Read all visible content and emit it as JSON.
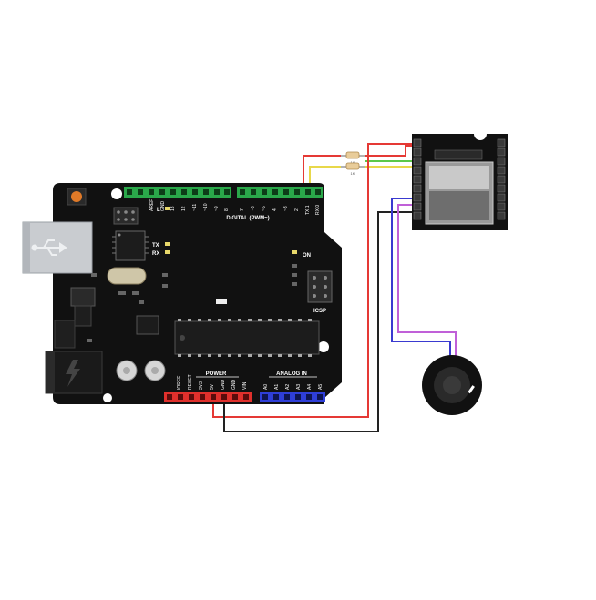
{
  "arduino": {
    "label_aref": "AREF",
    "label_gnd": "GND",
    "label_digital": "DIGITAL (PWM~)",
    "digital_pins": [
      "13",
      "12",
      "~11",
      "~10",
      "~9",
      "8",
      "7",
      "~6",
      "~5",
      "4",
      "~3",
      "2",
      "TX 1",
      "RX 0"
    ],
    "label_l": "L",
    "label_tx": "TX",
    "label_rx": "RX",
    "label_on": "ON",
    "label_icsp": "ICSP",
    "label_power": "POWER",
    "power_pins": [
      "IOREF",
      "RESET",
      "3V3",
      "5V",
      "GND",
      "GND",
      "VIN"
    ],
    "label_analog": "ANALOG IN",
    "analog_pins": [
      "A0",
      "A1",
      "A2",
      "A3",
      "A4",
      "A5"
    ]
  },
  "resistors": [
    {
      "value": "1K"
    },
    {
      "value": "1K"
    }
  ],
  "colors": {
    "board": "#111111",
    "header_green": "#2aa84a",
    "header_red": "#e0302c",
    "header_blue": "#2f3fd8",
    "wire_red": "#e53935",
    "wire_yellow": "#e8d84a",
    "wire_green": "#5cc84a",
    "wire_black": "#222222",
    "wire_blue": "#3a3ad0",
    "wire_purple": "#c060d8"
  }
}
